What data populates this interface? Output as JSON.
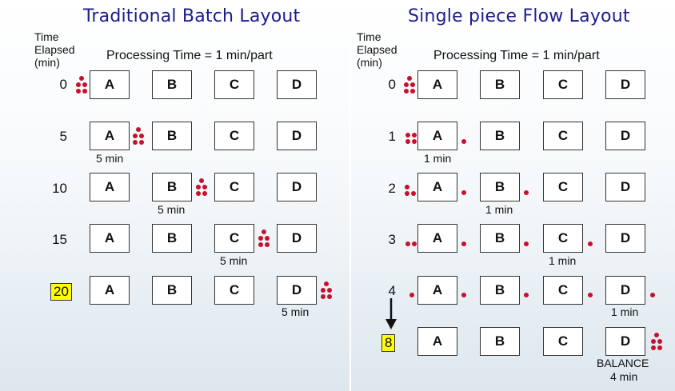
{
  "left": {
    "title": "Traditional Batch Layout",
    "time_header": [
      "Time",
      "Elapsed",
      "(min)"
    ],
    "processing_label": "Processing Time = 1 min/part",
    "stations": [
      "A",
      "B",
      "C",
      "D"
    ],
    "rows": [
      {
        "time": "0",
        "highlight": false,
        "caption": "",
        "parts_at_station": 0
      },
      {
        "time": "5",
        "highlight": false,
        "caption": "5 min",
        "parts_at_station": 1
      },
      {
        "time": "10",
        "highlight": false,
        "caption": "5 min",
        "parts_at_station": 2
      },
      {
        "time": "15",
        "highlight": false,
        "caption": "5 min",
        "parts_at_station": 3
      },
      {
        "time": "20",
        "highlight": true,
        "caption": "5 min",
        "parts_at_station": 4
      }
    ]
  },
  "right": {
    "title": "Single piece Flow Layout",
    "time_header": [
      "Time",
      "Elapsed",
      "(min)"
    ],
    "processing_label": "Processing Time = 1 min/part",
    "stations": [
      "A",
      "B",
      "C",
      "D"
    ],
    "rows": [
      {
        "time": "0",
        "highlight": false,
        "caption": ""
      },
      {
        "time": "1",
        "highlight": false,
        "caption": "1 min"
      },
      {
        "time": "2",
        "highlight": false,
        "caption": "1 min"
      },
      {
        "time": "3",
        "highlight": false,
        "caption": "1 min"
      },
      {
        "time": "4",
        "highlight": false,
        "caption": "1 min"
      },
      {
        "time": "8",
        "highlight": true,
        "caption": "4 min",
        "caption_top": "BALANCE"
      }
    ]
  },
  "colors": {
    "part": "#c8102e",
    "highlight": "#ffff00",
    "title": "#1c1c8e"
  }
}
